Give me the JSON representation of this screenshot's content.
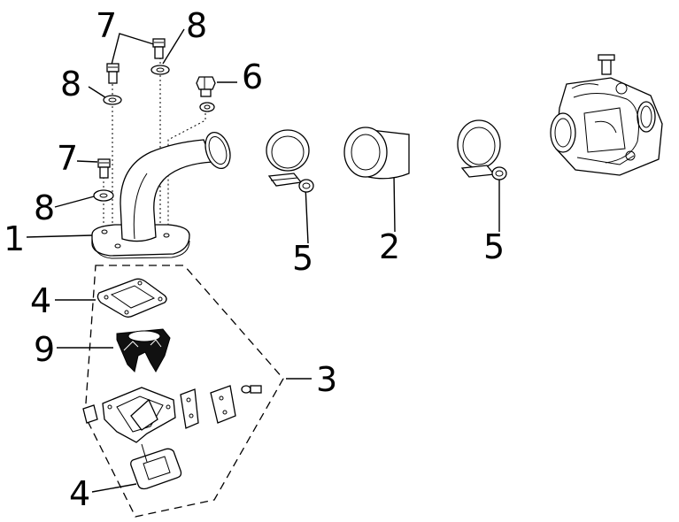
{
  "callouts": {
    "c1": "1",
    "c2": "2",
    "c3": "3",
    "c4a": "4",
    "c4b": "4",
    "c5a": "5",
    "c5b": "5",
    "c6": "6",
    "c7a": "7",
    "c7b": "7",
    "c8a": "8",
    "c8b": "8",
    "c8c": "8",
    "c9": "9"
  }
}
